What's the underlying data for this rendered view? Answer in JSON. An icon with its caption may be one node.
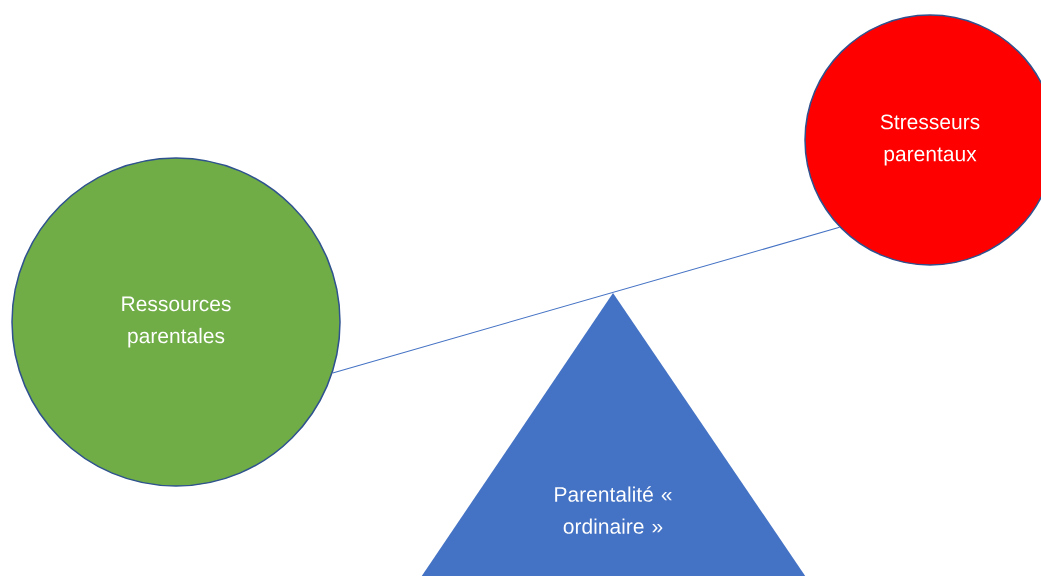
{
  "diagram": {
    "nodes": [
      {
        "text": [
          "Ressources parentales"
        ]
      },
      {
        "text": [
          "Stresseurs parentaux"
        ]
      },
      {
        "text": [
          "Parentalité « ordinaire »"
        ]
      }
    ],
    "edges": [
      {
        "from": 0,
        "to": 1,
        "arrow": "none"
      }
    ]
  }
}
